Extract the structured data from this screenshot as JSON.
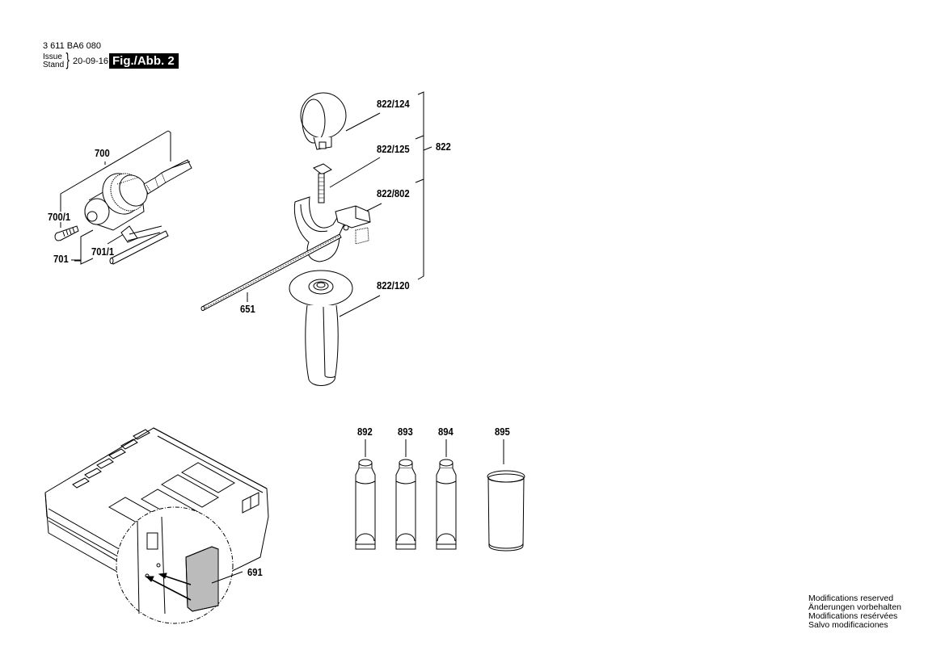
{
  "header": {
    "document_number": "3 611 BA6 080",
    "issue_label": "Issue",
    "stand_label": "Stand",
    "brace": "}",
    "date": "20-09-16",
    "figure_tag": "Fig./Abb. 2"
  },
  "parts": {
    "p700": "700",
    "p700_1": "700/1",
    "p701": "701",
    "p701_1": "701/1",
    "p822": "822",
    "p822_124": "822/124",
    "p822_125": "822/125",
    "p822_802": "822/802",
    "p822_120": "822/120",
    "p651": "651",
    "p892": "892",
    "p893": "893",
    "p894": "894",
    "p895": "895",
    "p691": "691"
  },
  "footer": {
    "line1": "Modifications reserved",
    "line2": "Änderungen vorbehalten",
    "line3": "Modifications resérvées",
    "line4": "Salvo modificaciones"
  }
}
